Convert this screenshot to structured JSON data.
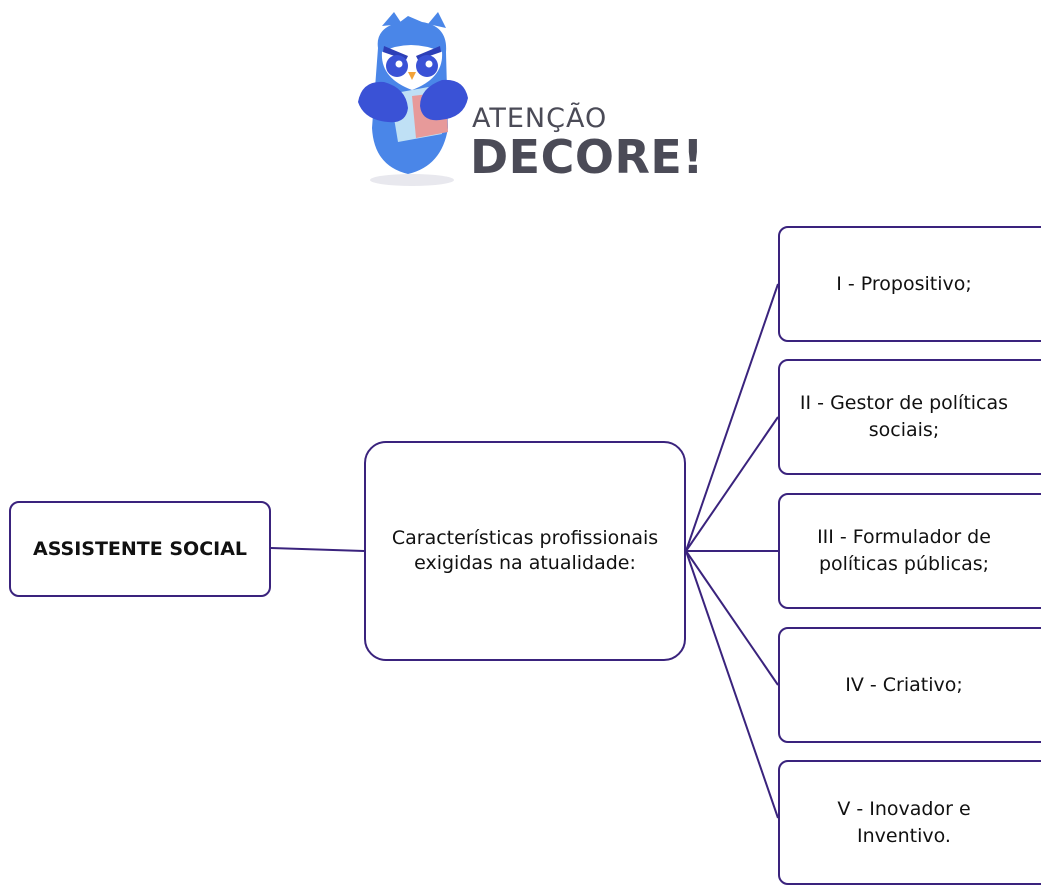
{
  "logo": {
    "line1": "ATENÇÃO",
    "line2": "DECORE!"
  },
  "diagram": {
    "root": "ASSISTENTE SOCIAL",
    "middle": "Características profissionais exigidas na atualidade:",
    "leaves": [
      "I - Propositivo;",
      "II - Gestor de políticas sociais;",
      "III - Formulador de políticas públicas;",
      "IV - Criativo;",
      "V - Inovador e Inventivo."
    ]
  },
  "colors": {
    "border": "#3a237d",
    "owl_blue": "#4a86e8",
    "owl_dark_blue": "#3a52d6",
    "logo_text": "#4b4b57"
  }
}
